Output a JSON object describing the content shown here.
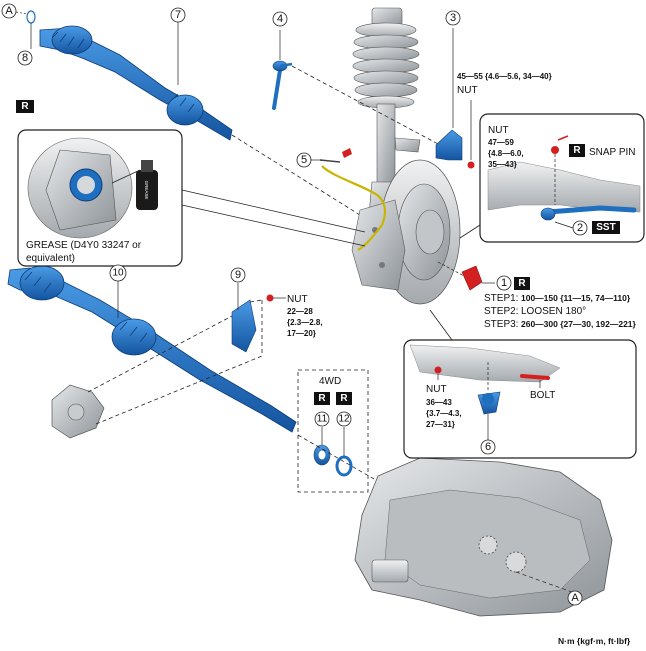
{
  "callouts": {
    "c1": "1",
    "c2": "2",
    "c3": "3",
    "c4": "4",
    "c5": "5",
    "c6": "6",
    "c7": "7",
    "c8": "8",
    "c9": "9",
    "c10": "10",
    "c11": "11",
    "c12": "12",
    "ref_a": "A"
  },
  "badges": {
    "replace": "R",
    "sst": "SST"
  },
  "torque_strut": [
    "45—55 {4.6—5.6, 34—40}",
    "NUT"
  ],
  "inset_tie_rod": {
    "nut_lines": [
      "NUT",
      "47—59",
      "{4.8—6.0,",
      "35—43}"
    ],
    "snap_pin": "SNAP PIN"
  },
  "inset_grease": {
    "caption_lines": [
      "GREASE (D4Y0 33247 or",
      "equivalent)"
    ],
    "can_label": "GREASE"
  },
  "hub_nut_steps": [
    {
      "label": "STEP1:",
      "value": "100—150 {11—15, 74—110}"
    },
    {
      "label": "STEP2:",
      "value": "LOOSEN 180°"
    },
    {
      "label": "STEP3:",
      "value": "260—300 {27—30, 192—221}"
    }
  ],
  "bracket_nut": [
    "NUT",
    "22—28",
    "{2.3—2.8,",
    "17—20}"
  ],
  "inset_ball_joint": {
    "nut_lines": [
      "NUT",
      "36—43",
      "{3.7—4.3,",
      "27—31}"
    ],
    "bolt": "BOLT"
  },
  "fourwd_label": "4WD",
  "units_note": "N·m {kgf·m, ft·lbf}",
  "colors": {
    "part_blue": "#1f6fc0",
    "red": "#d42020",
    "line": "#222222"
  }
}
